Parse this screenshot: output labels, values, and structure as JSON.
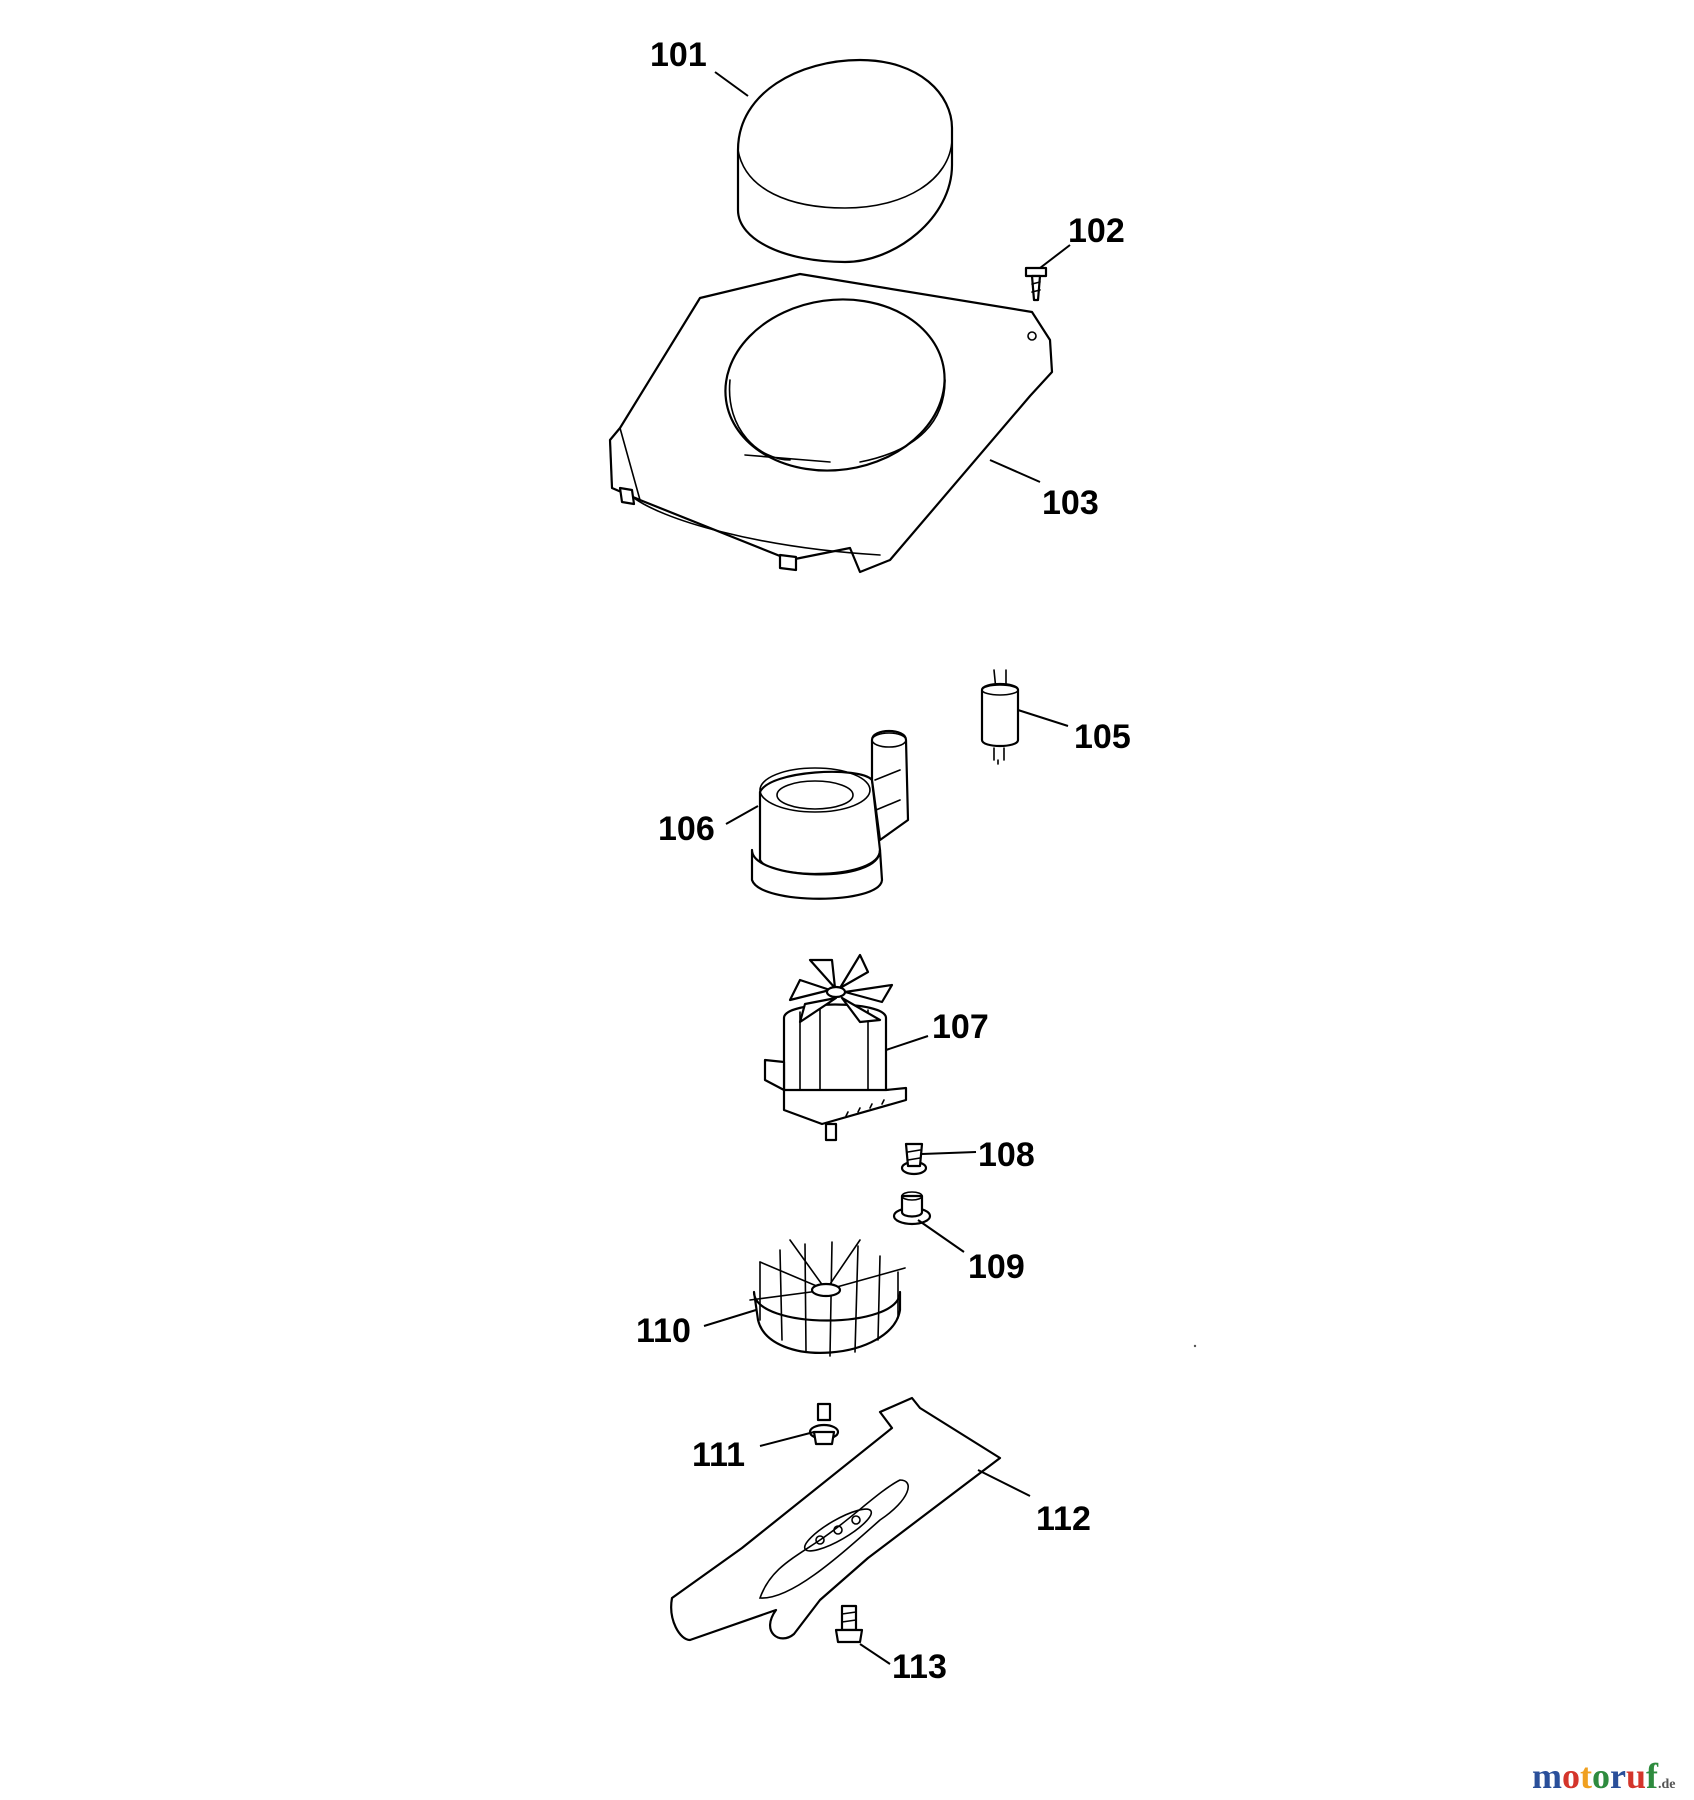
{
  "parts": [
    {
      "id": "101",
      "label": "101",
      "icon": "filter-cap-icon"
    },
    {
      "id": "102",
      "label": "102",
      "icon": "screw-icon"
    },
    {
      "id": "103",
      "label": "103",
      "icon": "motor-cover-icon"
    },
    {
      "id": "105",
      "label": "105",
      "icon": "capacitor-icon"
    },
    {
      "id": "106",
      "label": "106",
      "icon": "motor-housing-icon"
    },
    {
      "id": "107",
      "label": "107",
      "icon": "motor-icon"
    },
    {
      "id": "108",
      "label": "108",
      "icon": "screw-icon"
    },
    {
      "id": "109",
      "label": "109",
      "icon": "washer-icon"
    },
    {
      "id": "110",
      "label": "110",
      "icon": "fan-icon"
    },
    {
      "id": "111",
      "label": "111",
      "icon": "screw-icon"
    },
    {
      "id": "112",
      "label": "112",
      "icon": "blade-icon"
    },
    {
      "id": "113",
      "label": "113",
      "icon": "bolt-icon"
    }
  ],
  "watermark": {
    "brand_letters": [
      "m",
      "o",
      "t",
      "o",
      "r",
      "u",
      "f"
    ],
    "brand_colors": [
      "#2a4f9a",
      "#d4352b",
      "#f0a020",
      "#2e8b3e",
      "#2a4f9a",
      "#d4352b",
      "#2e8b3e"
    ],
    "suffix": ".de"
  }
}
